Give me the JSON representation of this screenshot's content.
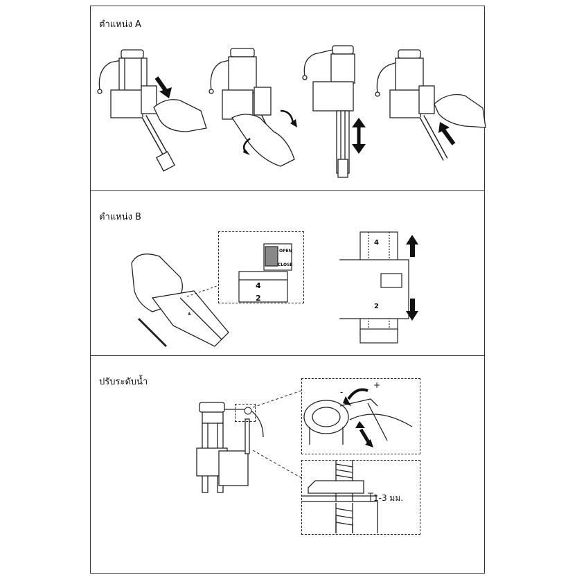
{
  "sections": [
    {
      "title": "ตำแหน่ง A"
    },
    {
      "title": "ตำแหน่ง B"
    },
    {
      "title": "ปรับระดับน้ำ"
    }
  ],
  "labels": {
    "valve_open": "OPEN",
    "valve_close": "CLOSE",
    "scale_top": "4",
    "scale_bottom": "2",
    "plus": "+",
    "minus": "-",
    "gap": "1-3 มม."
  },
  "icons": [
    "arrow-down-icon",
    "rotate-arrow-icon",
    "double-arrow-icon",
    "arrow-up-icon",
    "arrow-right-icon",
    "arrow-left-icon"
  ]
}
